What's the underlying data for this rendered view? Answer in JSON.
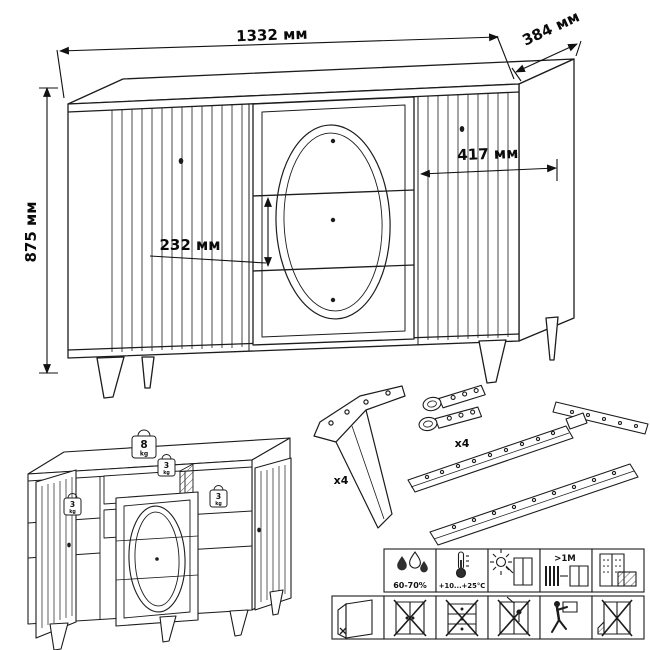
{
  "colors": {
    "ink": "#1c1c1c",
    "background": "#ffffff"
  },
  "main_view": {
    "dim_width": "1332 мм",
    "dim_depth": "384 мм",
    "dim_height": "875 мм",
    "dim_door_width": "417 мм",
    "dim_drawer_height": "232 мм"
  },
  "open_view": {
    "top_load_value": "8",
    "shelf_load_value": "3",
    "load_unit": "kg"
  },
  "hardware": {
    "leg_qty": "x4",
    "hinge_qty": "x4"
  },
  "care_icons_row1": [
    {
      "name": "humidity-icon",
      "label": "60-70%"
    },
    {
      "name": "temperature-icon",
      "label": "+10...+25°C"
    },
    {
      "name": "no-direct-sunlight-icon",
      "label": ""
    },
    {
      "name": "heat-distance-icon",
      "label": ">1M"
    },
    {
      "name": "ventilation-icon",
      "label": ""
    }
  ],
  "care_icons_row2": [
    {
      "name": "door-adjust-icon"
    },
    {
      "name": "no-climb-icon"
    },
    {
      "name": "no-lean-on-drawers-icon"
    },
    {
      "name": "no-hang-on-doors-icon"
    },
    {
      "name": "carry-upright-icon"
    },
    {
      "name": "no-drag-icon"
    }
  ]
}
